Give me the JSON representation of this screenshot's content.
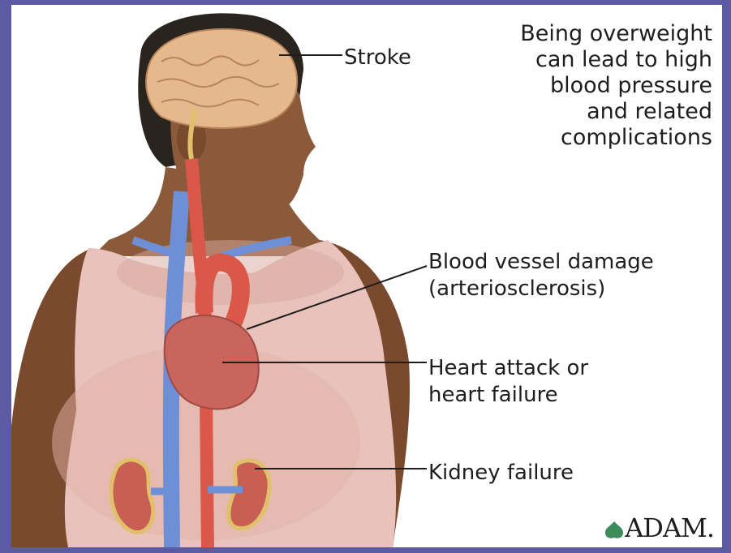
{
  "caption": "Being overweight\ncan lead to high\nblood pressure\nand related\ncomplications",
  "callouts": {
    "stroke": "Stroke",
    "blood_vessel": "Blood vessel damage\n(arteriosclerosis)",
    "heart": "Heart attack or\nheart failure",
    "kidney": "Kidney failure"
  },
  "logo": {
    "text": "ADAM."
  },
  "colors": {
    "page_border": "#5b5aa3",
    "skin": "#8a5a3a",
    "shirt": "#e8c2bb",
    "hair": "#2a241f",
    "brain": "#e6b98d",
    "artery": "#d9584a",
    "vein": "#6e8fd6",
    "logo_green": "#3d8a5a"
  }
}
